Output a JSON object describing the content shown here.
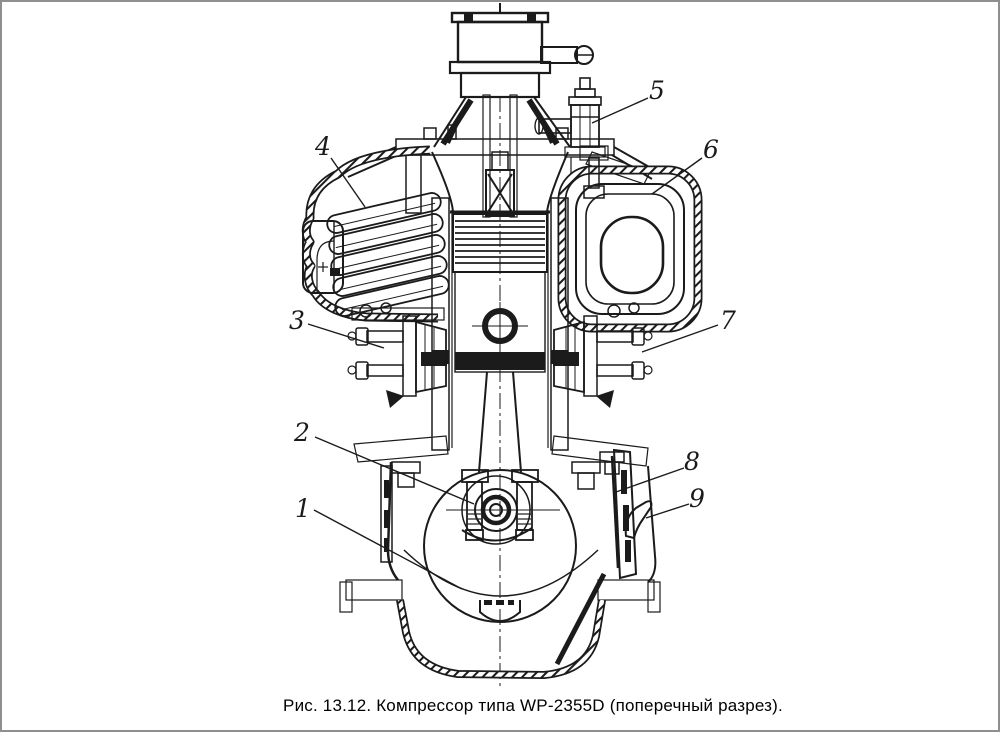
{
  "figure": {
    "caption": "Рис. 13.12. Компрессор типа WP-2355D (поперечный разрез)."
  },
  "callouts": [
    {
      "text": "1"
    },
    {
      "text": "2"
    },
    {
      "text": "3"
    },
    {
      "text": "4"
    },
    {
      "text": "5"
    },
    {
      "text": "6"
    },
    {
      "text": "7"
    },
    {
      "text": "8"
    },
    {
      "text": "9"
    }
  ],
  "colors": {
    "ink": "#1b1b1b",
    "paper": "#ffffff",
    "frame": "#8f8f8f"
  }
}
